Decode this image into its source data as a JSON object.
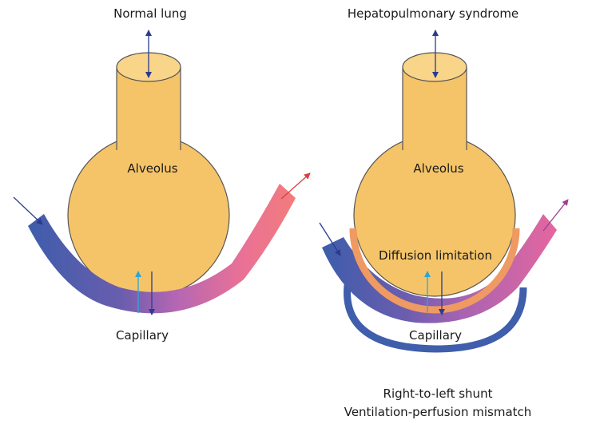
{
  "left_panel": {
    "title": "Normal lung",
    "alveolus_label": "Alveolus",
    "capillary_label": "Capillary"
  },
  "right_panel": {
    "title": "Hepatopulmonary syndrome",
    "alveolus_label": "Alveolus",
    "diffusion_label": "Diffusion limitation",
    "capillary_label": "Capillary",
    "footnote_line1": "Right-to-left shunt",
    "footnote_line2": "Ventilation-perfusion mismatch"
  },
  "colors": {
    "alveolus_fill": "#f5c469",
    "alveolus_top": "#f9d58a",
    "outline": "#555555",
    "venous_blue": "#3d5dab",
    "arterial_red": "#ef7a7a",
    "mixed_purple": "#8b5fae",
    "magenta": "#e36ba1",
    "diffusion_orange": "#ef9a62",
    "arrow_navy": "#2b3b8f",
    "arrow_cyan": "#2aa7d8",
    "arrow_red": "#d94040",
    "arrow_purple": "#9a3f93"
  }
}
